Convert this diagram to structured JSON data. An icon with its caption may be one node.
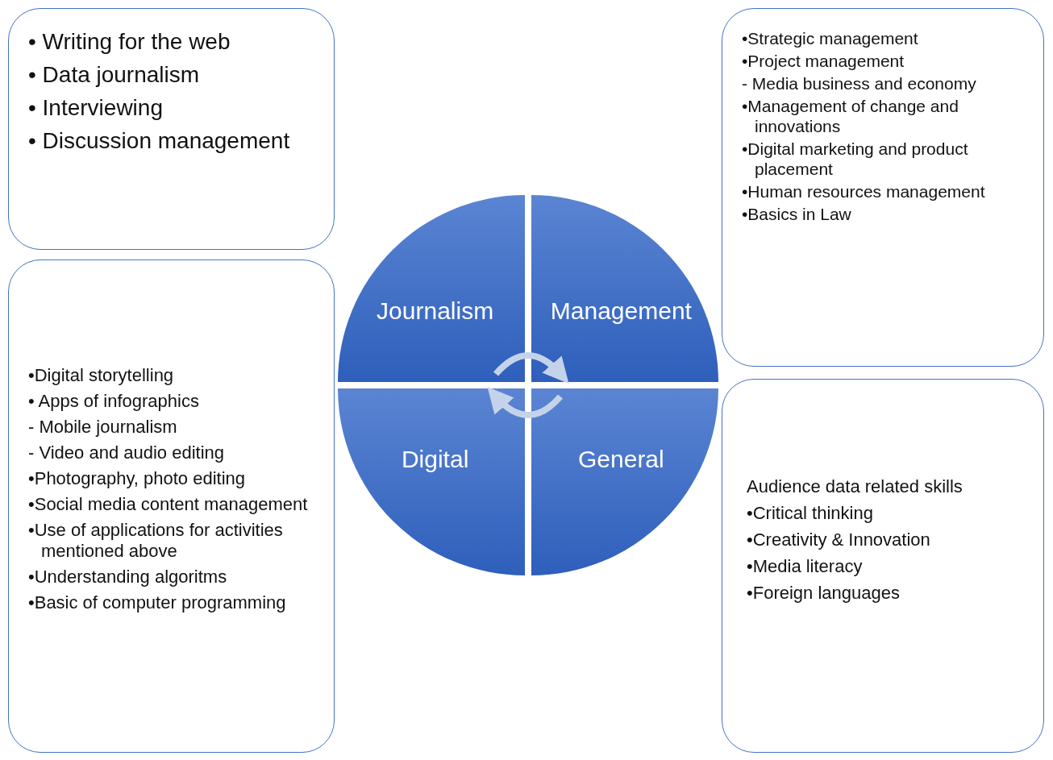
{
  "diagram": {
    "nodes": [
      {
        "text": [
          "• Writing for the web",
          "• Data journalism",
          "• Interviewing",
          "• Discussion management"
        ]
      },
      {
        "text": [
          "•Strategic management",
          "•Project management",
          "- Media business and economy",
          "•Management of change and innovations",
          "•Digital marketing and product placement",
          "•Human resources management",
          "•Basics in Law"
        ]
      },
      {
        "text": [
          "•Digital storytelling",
          "• Apps of infographics",
          "- Mobile journalism",
          "- Video and audio editing",
          "•Photography, photo editing",
          "•Social media content management",
          "•Use of applications for activities mentioned above",
          "•Understanding algoritms",
          "•Basic of computer programming"
        ]
      },
      {
        "text": [
          "Audience data related skills",
          "•Critical thinking",
          "•Creativity & Innovation",
          "•Media literacy",
          "•Foreign languages"
        ]
      },
      {
        "text": [
          "Journalism"
        ]
      },
      {
        "text": [
          "Management"
        ]
      },
      {
        "text": [
          "Digital"
        ]
      },
      {
        "text": [
          "General"
        ]
      }
    ],
    "edges": [
      {
        "from": 4,
        "to": 5,
        "arrow": "to"
      },
      {
        "from": 7,
        "to": 6,
        "arrow": "to"
      }
    ]
  }
}
